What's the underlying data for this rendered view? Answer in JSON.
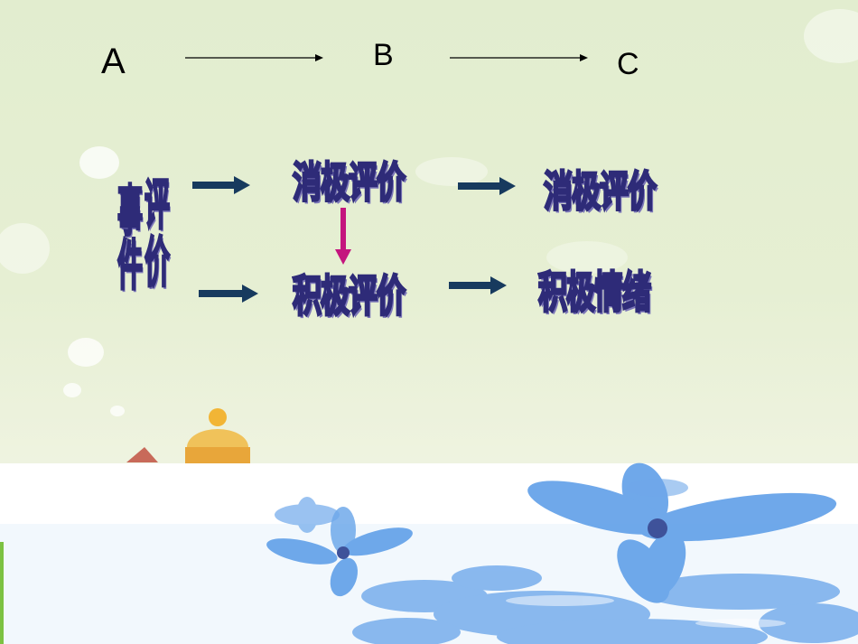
{
  "top_labels": {
    "a": "A",
    "b": "B",
    "c": "C"
  },
  "event": {
    "chars_left": [
      "事",
      "件"
    ],
    "chars_right": [
      "评",
      "价"
    ]
  },
  "nodes": {
    "neg_eval_1": "消极评价",
    "neg_eval_2": "消极评价",
    "pos_eval": "积极评价",
    "pos_emotion": "积极情绪"
  },
  "colors": {
    "word_fill": "#a9a2d8",
    "word_stroke": "#2e2b78",
    "arrow_navy": "#173a5e",
    "arrow_magenta": "#c4157e",
    "flower_blue": "#5f9fe8"
  }
}
